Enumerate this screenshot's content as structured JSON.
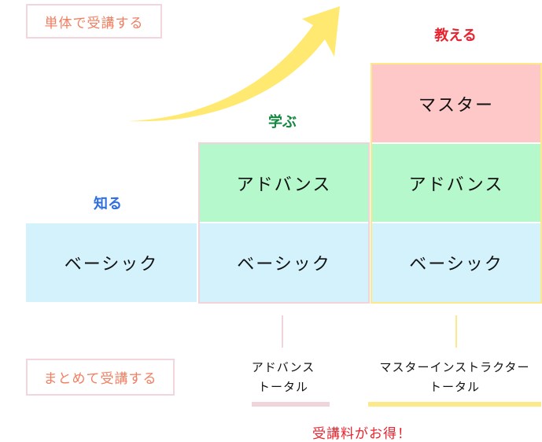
{
  "labels": {
    "single": "単体で受講する",
    "bundle": "まとめて受講する"
  },
  "stages": {
    "know": "知る",
    "learn": "学ぶ",
    "teach": "教える"
  },
  "columns": {
    "col1": {
      "basic": "ベーシック"
    },
    "col2": {
      "advanced": "アドバンス",
      "basic": "ベーシック"
    },
    "col3": {
      "master": "マスター",
      "advanced": "アドバンス",
      "basic": "ベーシック"
    }
  },
  "totals": {
    "advanced": [
      "アドバンス",
      "トータル"
    ],
    "master": [
      "マスターインストラクター",
      "トータル"
    ]
  },
  "callout": "受講料がお得！",
  "colors": {
    "know": "#2f6fe0",
    "learn": "#12873f",
    "teach": "#e8232f",
    "pink": "#f0d4d9",
    "yellow": "#fde98a"
  }
}
